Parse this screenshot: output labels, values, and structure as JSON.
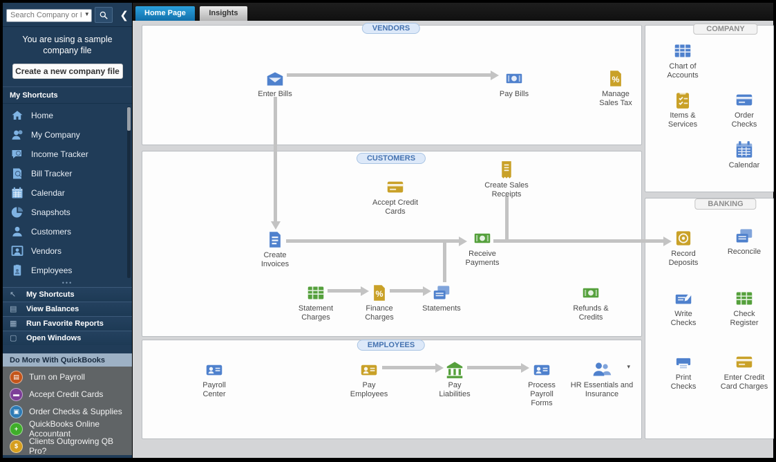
{
  "sidebar": {
    "search_placeholder": "Search Company or Help",
    "search_caret_glyph": "▼",
    "collapse_glyph": "❮",
    "notice": "You are using a sample company file",
    "create_company_button": "Create a new company file",
    "shortcuts_title": "My Shortcuts",
    "shortcuts": [
      {
        "label": "Home",
        "icon": "home-icon"
      },
      {
        "label": "My Company",
        "icon": "my-company-icon"
      },
      {
        "label": "Income Tracker",
        "icon": "income-tracker-icon"
      },
      {
        "label": "Bill Tracker",
        "icon": "bill-tracker-icon"
      },
      {
        "label": "Calendar",
        "icon": "calendar-icon"
      },
      {
        "label": "Snapshots",
        "icon": "snapshots-icon"
      },
      {
        "label": "Customers",
        "icon": "customers-icon"
      },
      {
        "label": "Vendors",
        "icon": "vendors-icon"
      },
      {
        "label": "Employees",
        "icon": "employees-icon"
      }
    ],
    "panel_headers": [
      {
        "label": "My Shortcuts",
        "glyph": "↖"
      },
      {
        "label": "View Balances",
        "glyph": "▤"
      },
      {
        "label": "Run Favorite Reports",
        "glyph": "▦"
      },
      {
        "label": "Open Windows",
        "glyph": "▢"
      }
    ],
    "do_more": {
      "title": "Do More With QuickBooks",
      "items": [
        {
          "label": "Turn on Payroll",
          "glyph": "▤",
          "color": "#c4551a"
        },
        {
          "label": "Accept Credit Cards",
          "glyph": "▬",
          "color": "#7d3f98"
        },
        {
          "label": "Order Checks & Supplies",
          "glyph": "▣",
          "color": "#2e7bb5"
        },
        {
          "label": "QuickBooks Online Accountant",
          "glyph": "+",
          "color": "#3fae2a"
        },
        {
          "label": "Clients Outgrowing QB Pro?",
          "glyph": "$",
          "color": "#d69e1e"
        }
      ]
    }
  },
  "tabs": [
    {
      "label": "Home Page",
      "active": true
    },
    {
      "label": "Insights",
      "active": false
    }
  ],
  "sections": {
    "vendors": {
      "title": "VENDORS",
      "items": [
        {
          "label": "Enter Bills",
          "icon": "enter-bills-icon"
        },
        {
          "label": "Pay Bills",
          "icon": "pay-bills-icon"
        },
        {
          "label": "Manage Sales Tax",
          "icon": "manage-sales-tax-icon"
        }
      ]
    },
    "customers": {
      "title": "CUSTOMERS",
      "items": [
        {
          "label": "Accept Credit Cards",
          "icon": "accept-credit-cards-icon"
        },
        {
          "label": "Create Sales Receipts",
          "icon": "create-sales-receipts-icon"
        },
        {
          "label": "Create Invoices",
          "icon": "create-invoices-icon"
        },
        {
          "label": "Receive Payments",
          "icon": "receive-payments-icon"
        },
        {
          "label": "Statement Charges",
          "icon": "statement-charges-icon"
        },
        {
          "label": "Finance Charges",
          "icon": "finance-charges-icon"
        },
        {
          "label": "Statements",
          "icon": "statements-icon"
        },
        {
          "label": "Refunds & Credits",
          "icon": "refunds-credits-icon"
        }
      ]
    },
    "employees": {
      "title": "EMPLOYEES",
      "items": [
        {
          "label": "Payroll Center",
          "icon": "payroll-center-icon"
        },
        {
          "label": "Pay Employees",
          "icon": "pay-employees-icon"
        },
        {
          "label": "Pay Liabilities",
          "icon": "pay-liabilities-icon"
        },
        {
          "label": "Process Payroll Forms",
          "icon": "process-payroll-forms-icon"
        },
        {
          "label": "HR Essentials and Insurance",
          "icon": "hr-essentials-icon"
        }
      ]
    },
    "company": {
      "title": "COMPANY",
      "items": [
        {
          "label": "Chart of Accounts",
          "icon": "chart-of-accounts-icon"
        },
        {
          "label": "Items & Services",
          "icon": "items-services-icon"
        },
        {
          "label": "Order Checks",
          "icon": "order-checks-icon"
        },
        {
          "label": "Calendar",
          "icon": "company-calendar-icon"
        }
      ]
    },
    "banking": {
      "title": "BANKING",
      "items": [
        {
          "label": "Record Deposits",
          "icon": "record-deposits-icon"
        },
        {
          "label": "Reconcile",
          "icon": "reconcile-icon"
        },
        {
          "label": "Write Checks",
          "icon": "write-checks-icon"
        },
        {
          "label": "Check Register",
          "icon": "check-register-icon"
        },
        {
          "label": "Print Checks",
          "icon": "print-checks-icon"
        },
        {
          "label": "Enter Credit Card Charges",
          "icon": "enter-credit-card-charges-icon"
        }
      ]
    }
  },
  "colors": {
    "tile_blue": "#4f81cd",
    "tile_gold": "#c9a128",
    "tile_green": "#55a03c",
    "active_tab": "#1a85c2",
    "sidebar_bg": "#203c58",
    "section_pill_text": "#4472b0"
  }
}
